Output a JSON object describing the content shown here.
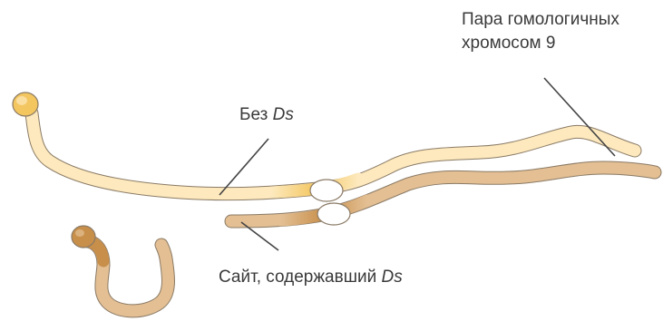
{
  "labels": {
    "homologs_line1": "Пара гомологичных",
    "homologs_line2": "хромосом 9",
    "without_ds_prefix": "Без ",
    "without_ds_em": "Ds",
    "ds_site_prefix": "Сайт, содержавший ",
    "ds_site_em": "Ds"
  },
  "colors": {
    "light_chromosome": "#fde9bd",
    "light_band": "#f3c660",
    "dark_chromosome": "#e3bf93",
    "dark_band": "#c88f4a",
    "outline": "#8a7a66",
    "leader_line": "#444444",
    "centromere_fill": "#ffffff",
    "text": "#3a3a3a"
  }
}
